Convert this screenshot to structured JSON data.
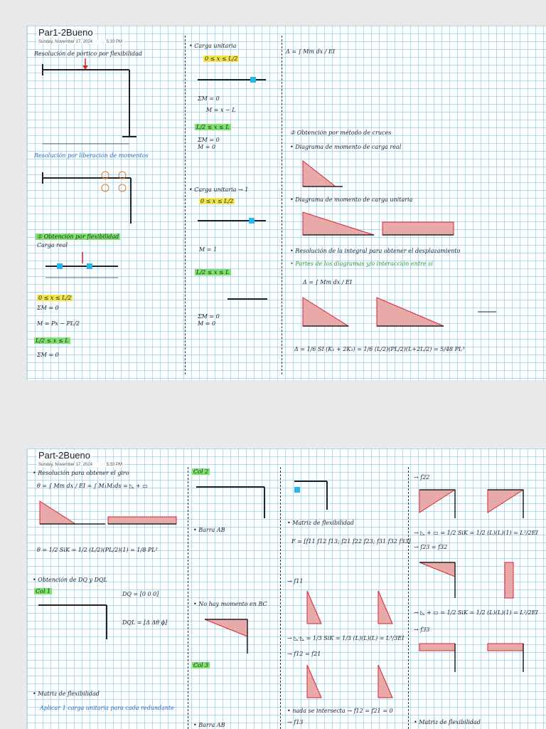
{
  "pages": [
    {
      "title": "Par1-2Bueno",
      "date": "Sunday, November 17, 2024",
      "time": "5:33 PM",
      "notes": {
        "heading": "Resolución de pórtico por flexibilidad",
        "redundant_method": "Resolución por liberación de momentos",
        "step1": "① Obtención por flexibilidad",
        "real_load": "Carga real",
        "unit_load_1": "• Carga unitaria",
        "range_1": "0 ≤ x ≤ L/2",
        "range_2": "L/2 ≤ x ≤ L",
        "unit_load_2": "• Carga unitaria → 1",
        "range_3": "0 ≤ x ≤ L/2",
        "range_4": "L/2 ≤ x ≤ L",
        "sum_m_0": "ΣM = 0",
        "m_zero": "M = 0",
        "m_x_minus_l": "M = x − L",
        "m_one": "M = 1",
        "m_px": "M = Px − PL/2",
        "delta_formula": "Δ = ∫ Mm dx / EI",
        "step2": "② Obtención por método de cruces",
        "real_diagram": "• Diagrama de momento de carga real",
        "unit_diagram": "• Diagrama de momento de carga unitaria",
        "integral_note": "• Resolución de la integral para obtener el desplazamiento",
        "parts_note": "• Partes de los diagramas y/o interacción entre sí",
        "delta_final": "Δ = 1/6 SI (K₁ + 2K₂) = 1/6 (L/2)(PL/2)(L+2L/2) = 5/48 PL³",
        "delta_result": "= 5/48 PL³"
      }
    },
    {
      "title": "Part-2Bueno",
      "date": "Sunday, November 17, 2024",
      "time": "5:33 PM",
      "notes": {
        "rotation_note": "• Resolución para obtener el giro",
        "theta_formula": "θ = ∫ Mm dx / EI = ∫ M₁M₂ds = ◺ + ▭",
        "theta_result": "θ = 1/2 SiK = 1/2 (L/2)(PL/2)(1) = 1/8 PL²",
        "dq_note": "• Obtención de DQ y DQL",
        "col1": "Col 1",
        "col2": "Col 2",
        "col3": "Col 3",
        "dq": "DQ = [0 0 0]",
        "dql": "DQL = [Δ Δθ ϕ]",
        "flex_matrix": "• Matriz de flexibilidad",
        "apply_unit": "Aplicar 1 carga unitaria para cada redundante",
        "bar_ab": "• Barra AB",
        "moment_bc": "• No hay momento en BC",
        "matrix_f": "F = [f11 f12 f13; f21 f22 f23; f31 f32 f33]",
        "f11": "→ f11",
        "f12_eq": "→ f12 = f21",
        "f_sum": "→ ◺·◺ = 1/3 SiK = 1/3 (L)(L)(L) = L³/3EI",
        "intersection": "• nada se intersecta → f12 = f21 = 0",
        "f13": "→ f13",
        "f22": "→ f22",
        "f23": "→ f23 = f32",
        "f33": "→ f33",
        "f_lines": "→ ◺ + ▭ = 1/2 SiK = 1/2 (L)(L)(1) = L²/2EI",
        "flex_matrix_2": "• Matriz de flexibilidad"
      }
    }
  ]
}
